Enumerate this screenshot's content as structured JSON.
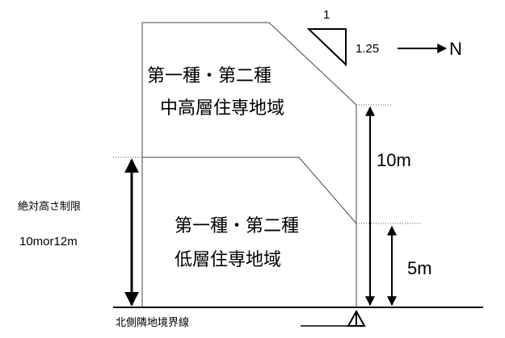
{
  "slope": {
    "run": "1",
    "rise": "1.25",
    "direction": "N"
  },
  "zones": {
    "upper": {
      "line1": "第一種・第二種",
      "line2": "中高層住専地域"
    },
    "lower": {
      "line1": "第一種・第二種",
      "line2": "低層住専地域"
    }
  },
  "dimensions": {
    "upper_height": "10m",
    "lower_height": "5m"
  },
  "absolute_height": {
    "label": "絶対高さ制限",
    "value": "10mor12m"
  },
  "boundary": {
    "label": "北側隣地境界線"
  }
}
